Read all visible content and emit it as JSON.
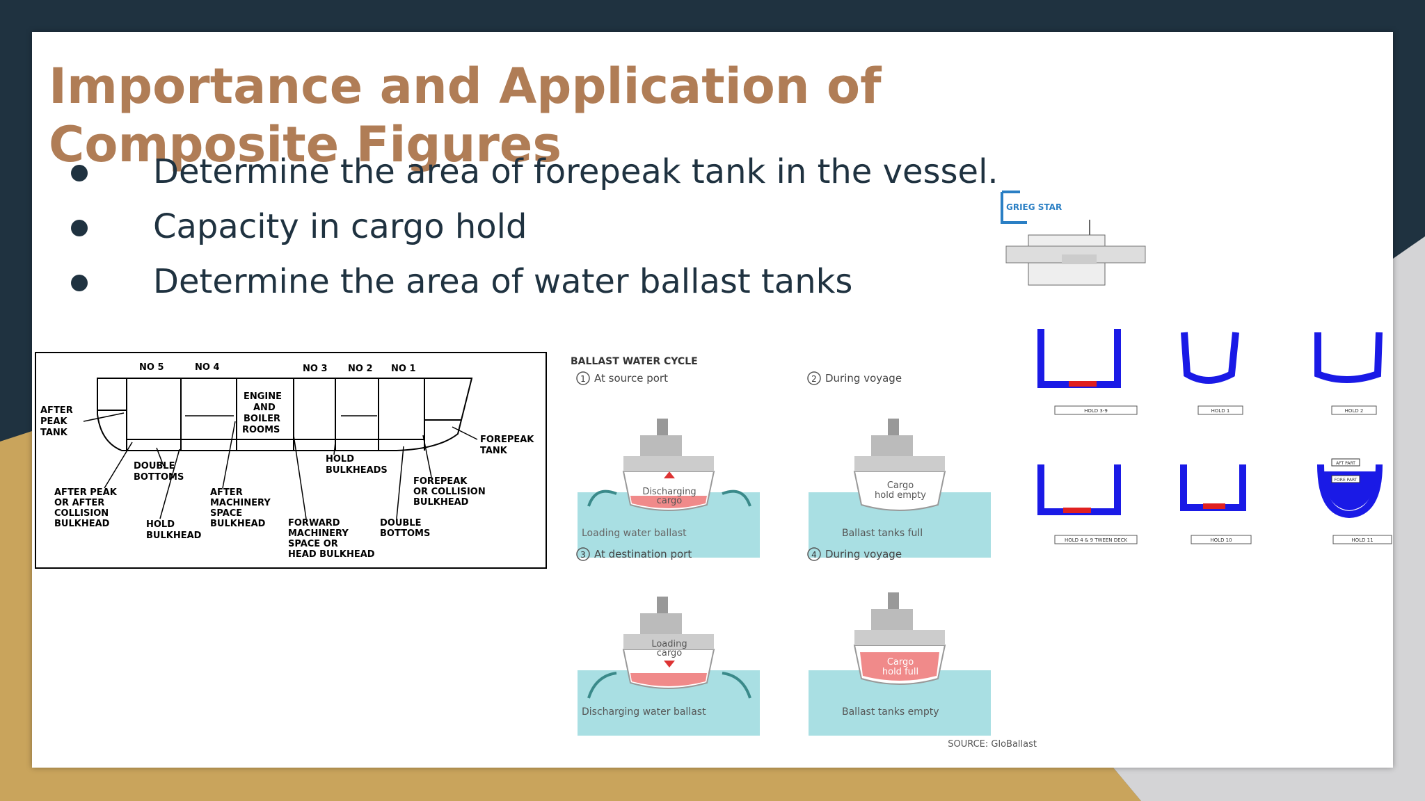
{
  "slide": {
    "title": "Importance and Application of Composite Figures",
    "bullets": [
      "Determine the area of forepeak tank in the vessel.",
      "Capacity in cargo hold",
      "Determine the area of water ballast tanks"
    ]
  },
  "ship_diagram": {
    "holds": [
      "NO 5",
      "NO 4",
      "NO 3",
      "NO 2",
      "NO 1"
    ],
    "engine": [
      "ENGINE",
      "AND",
      "BOILER",
      "ROOMS"
    ],
    "after_peak_tank": [
      "AFTER",
      "PEAK",
      "TANK"
    ],
    "forepeak_tank": [
      "FOREPEAK",
      "TANK"
    ],
    "double_bottoms_left": [
      "DOUBLE",
      "BOTTOMS"
    ],
    "hold_bulkheads": [
      "HOLD",
      "BULKHEADS"
    ],
    "after_peak_bulkhead": [
      "AFTER PEAK",
      "OR AFTER",
      "COLLISION",
      "BULKHEAD"
    ],
    "hold_bulkhead": [
      "HOLD",
      "BULKHEAD"
    ],
    "after_machinery": [
      "AFTER",
      "MACHINERY",
      "SPACE",
      "BULKHEAD"
    ],
    "forward_machinery": [
      "FORWARD",
      "MACHINERY",
      "SPACE OR",
      "HEAD BULKHEAD"
    ],
    "double_bottoms_right": [
      "DOUBLE",
      "BOTTOMS"
    ],
    "forepeak_bulkhead": [
      "FOREPEAK",
      "OR COLLISION",
      "BULKHEAD"
    ]
  },
  "ballast": {
    "heading": "BALLAST WATER CYCLE",
    "panels": [
      {
        "num": "1",
        "title": "At source port",
        "cargo": [
          "Discharging",
          "cargo"
        ],
        "caption": "Loading water ballast"
      },
      {
        "num": "2",
        "title": "During voyage",
        "cargo": [
          "Cargo",
          "hold empty"
        ],
        "caption": "Ballast tanks full"
      },
      {
        "num": "3",
        "title": "At destination port",
        "cargo": [
          "Loading",
          "cargo"
        ],
        "caption": "Discharging water ballast"
      },
      {
        "num": "4",
        "title": "During voyage",
        "cargo": [
          "Cargo",
          "hold full"
        ],
        "caption": "Ballast tanks empty"
      }
    ],
    "source": "SOURCE: GloBallast"
  },
  "sections": {
    "logo": "GRIEG STAR",
    "labels": [
      "HOLD 3-9",
      "HOLD 1",
      "HOLD 2",
      "HOLD 4 & 9 TWEEN DECK",
      "HOLD 10",
      "HOLD 11"
    ],
    "tags": [
      "AFT PART",
      "FORE PART"
    ]
  },
  "colors": {
    "background": "#1f3240",
    "accent_gold": "#c9a45c",
    "title": "#b07d56",
    "text": "#1f3240",
    "tank_blue": "#1a1ae6",
    "water": "#a9dfe3",
    "cargo_red": "#f08a8a"
  }
}
